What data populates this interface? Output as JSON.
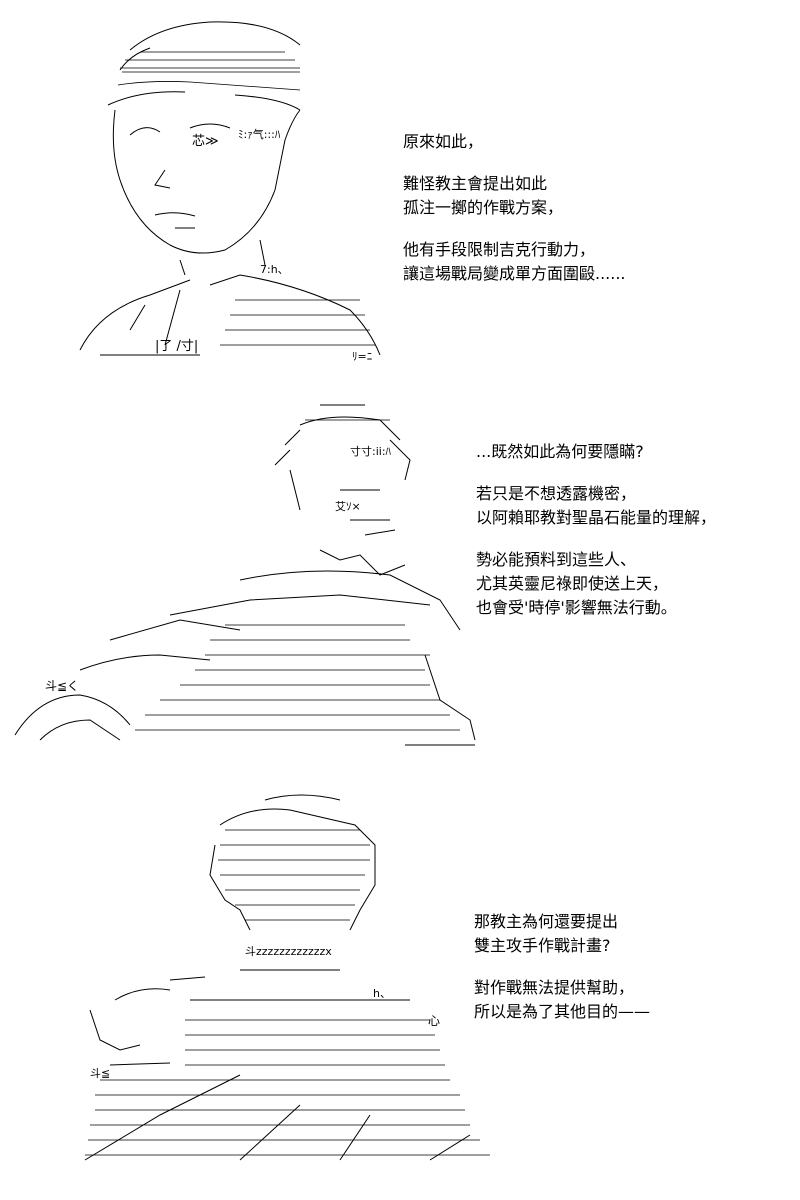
{
  "panels": [
    {
      "lines": [
        "原來如此，",
        "",
        "難怪教主會提出如此",
        "孤注一擲的作戰方案，",
        "",
        "他有手段限制吉克行動力，",
        "讓這場戰局變成單方面圍毆......"
      ]
    },
    {
      "lines": [
        "...既然如此為何要隱瞞?",
        "",
        "若只是不想透露機密，",
        "以阿賴耶教對聖晶石能量的理解，",
        "",
        "勢必能預料到這些人、",
        "尤其英靈尼祿即使送上天，",
        "也會受'時停'影響無法行動。"
      ]
    },
    {
      "lines": [
        "那教主為何還要提出",
        "雙主攻手作戰計畫?",
        "",
        "對作戰無法提供幫助，",
        "所以是為了其他目的——"
      ]
    }
  ],
  "art": {
    "glyph_p1_a": "芯≫",
    "glyph_p1_b": "ﾐ:ｧ气:::ﾊ",
    "glyph_p1_c": "7:h、",
    "glyph_p1_d": "|了 /寸|",
    "glyph_p1_e": "ﾘ=ﾆ",
    "glyph_p2_a": "寸寸:ii:ﾊ",
    "glyph_p2_b": "艾ｿ×",
    "glyph_p2_c": "斗≦く",
    "glyph_p3_a": "斗zzzzzzzzzzzzx",
    "glyph_p3_b": "斗≦",
    "glyph_p3_c": "心",
    "glyph_p3_d": "h、"
  }
}
